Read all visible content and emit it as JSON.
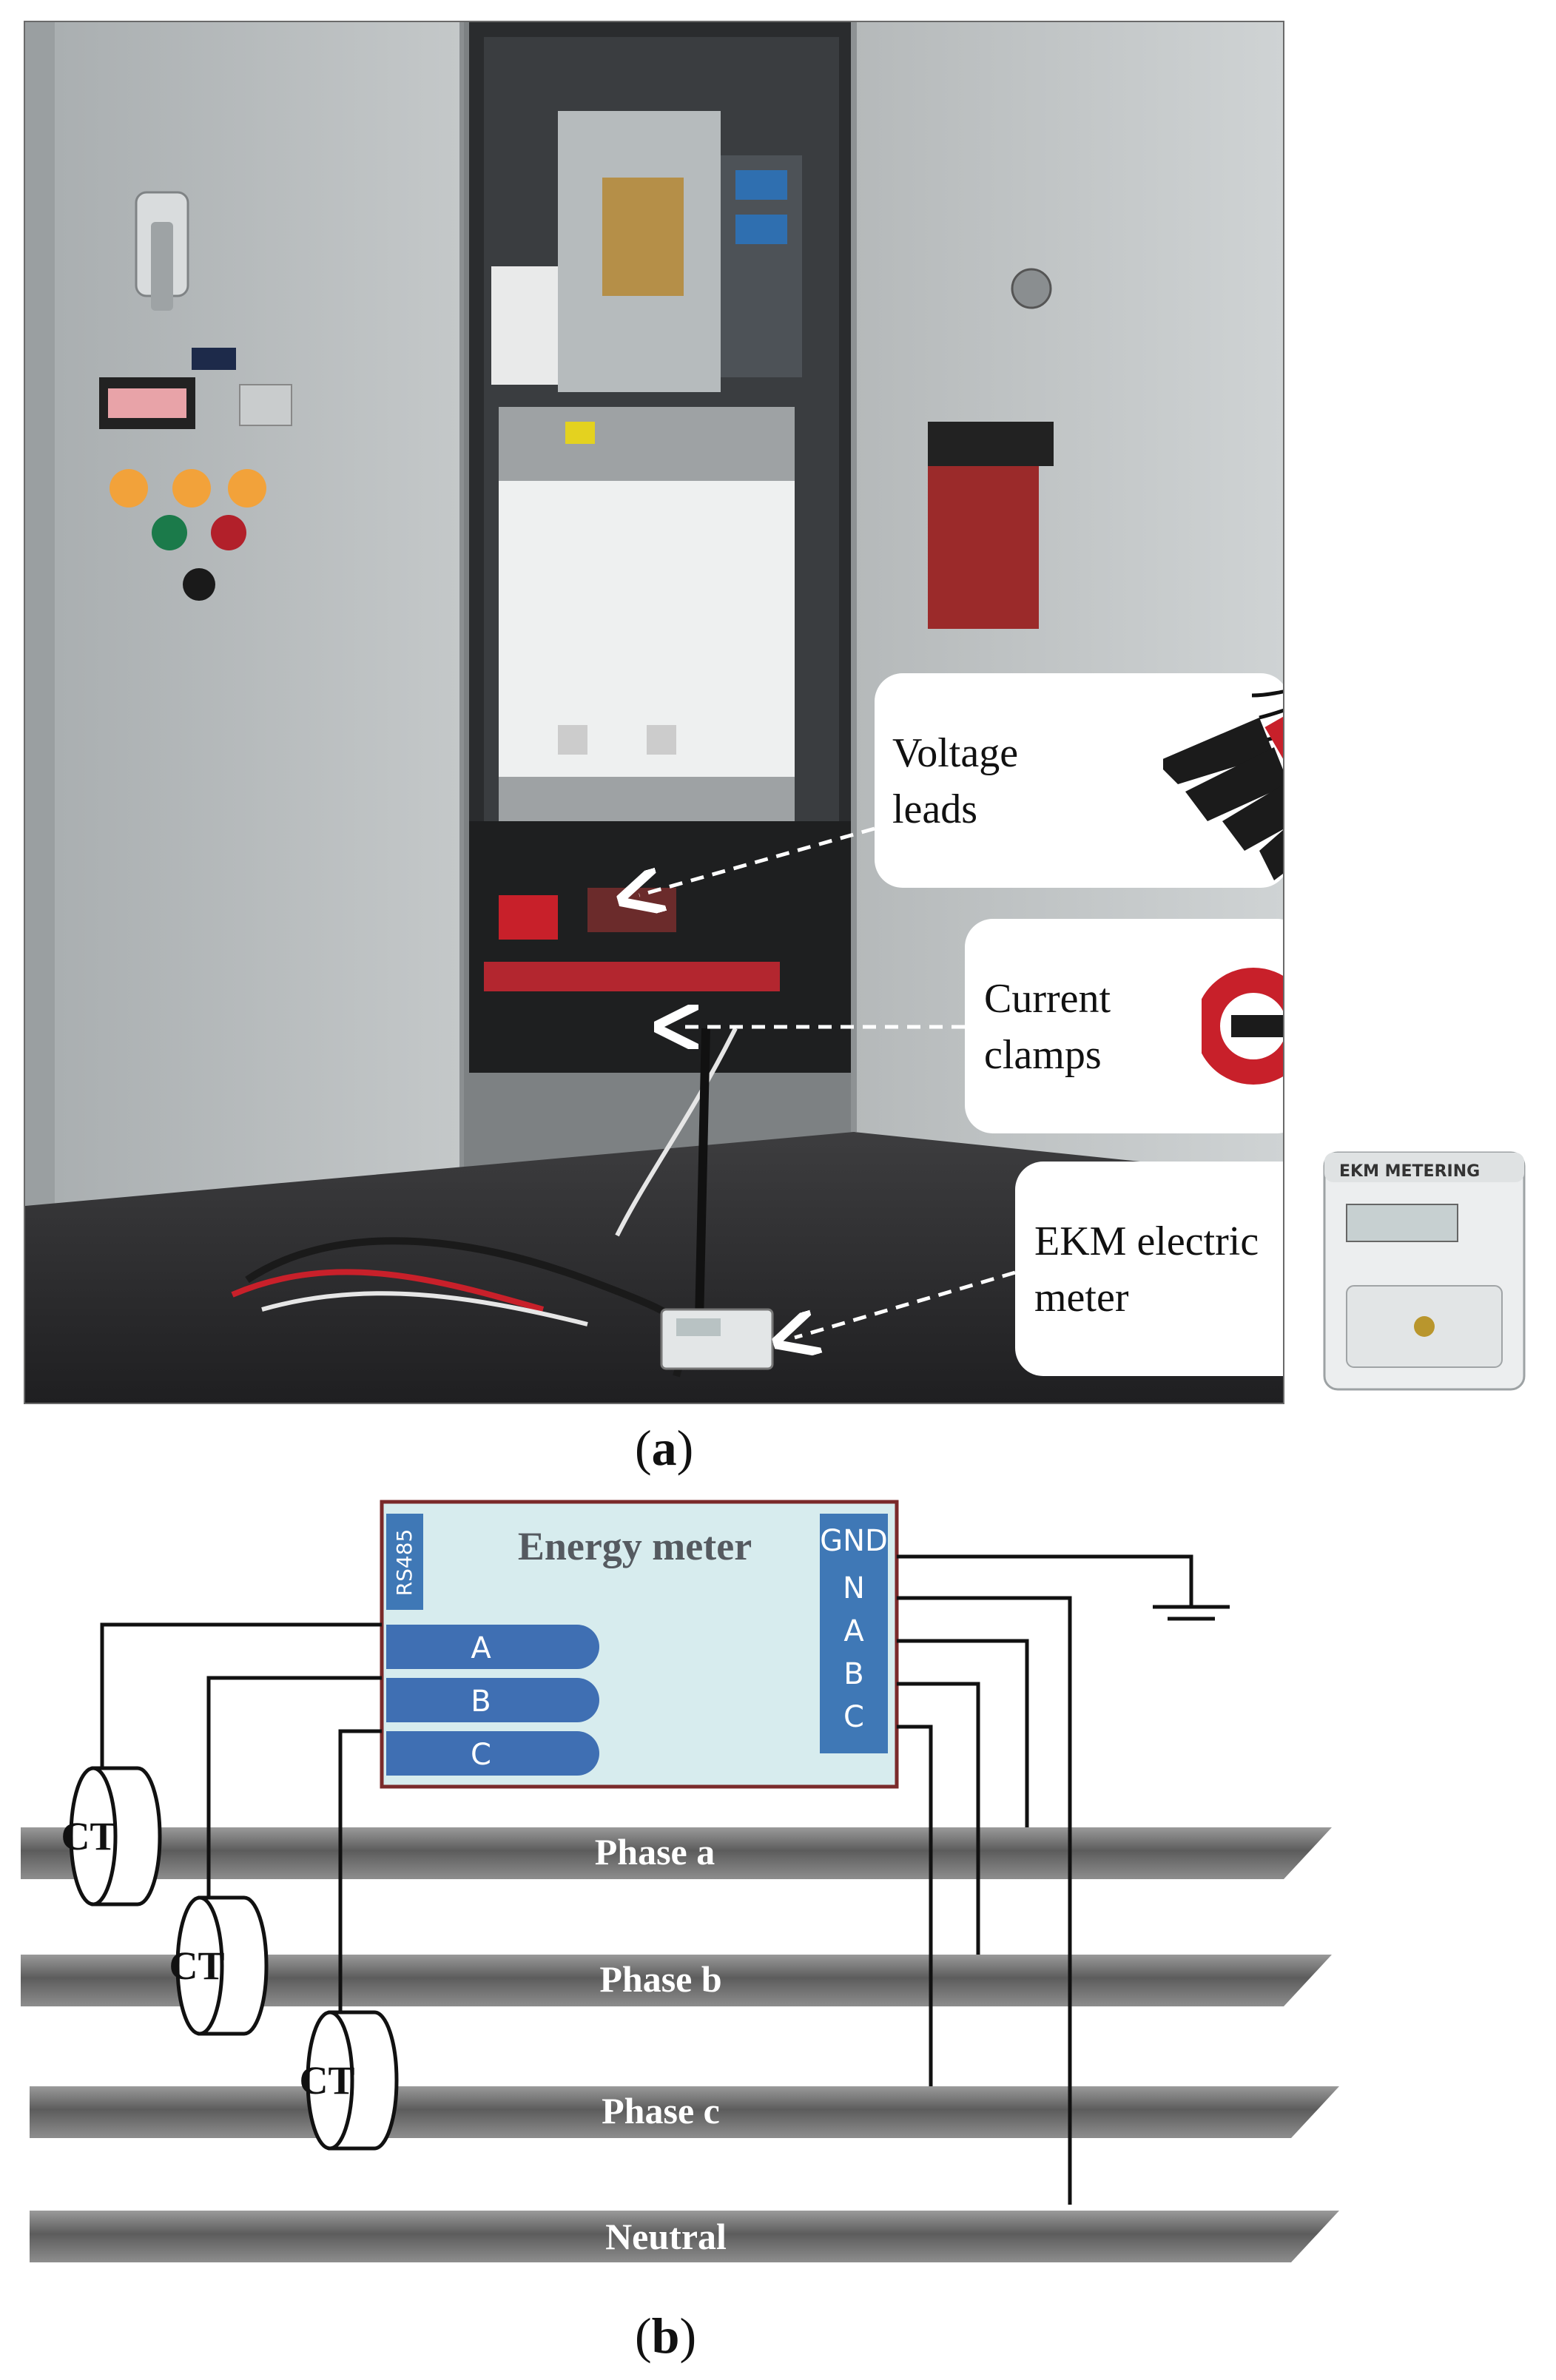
{
  "figure_a": {
    "caption_open": "(",
    "caption_letter": "a",
    "caption_close": ")",
    "callouts": [
      {
        "id": "voltage-leads",
        "text": "Voltage\nleads"
      },
      {
        "id": "current-clamps",
        "text": "Current\nclamps"
      },
      {
        "id": "ekm-meter",
        "text": "EKM electric\nmeter"
      }
    ],
    "meter_product_brand": "EKM METERING"
  },
  "figure_b": {
    "caption_open": "(",
    "caption_letter": "b",
    "caption_close": ")",
    "meter": {
      "title": "Energy meter",
      "rs485": "RS485",
      "current_pins": [
        "A",
        "B",
        "C"
      ],
      "voltage_pins": [
        "GND",
        "N",
        "A",
        "B",
        "C"
      ]
    },
    "buses": [
      "Phase a",
      "Phase b",
      "Phase c",
      "Neutral"
    ],
    "ct_label": "CT"
  },
  "colors": {
    "meter_fill": "#d7ecee",
    "meter_border": "#7a2a2a",
    "pin_blue": "#3f6fb3",
    "bus_dark": "#5c5c5c",
    "clamp_red": "#c8202a"
  }
}
